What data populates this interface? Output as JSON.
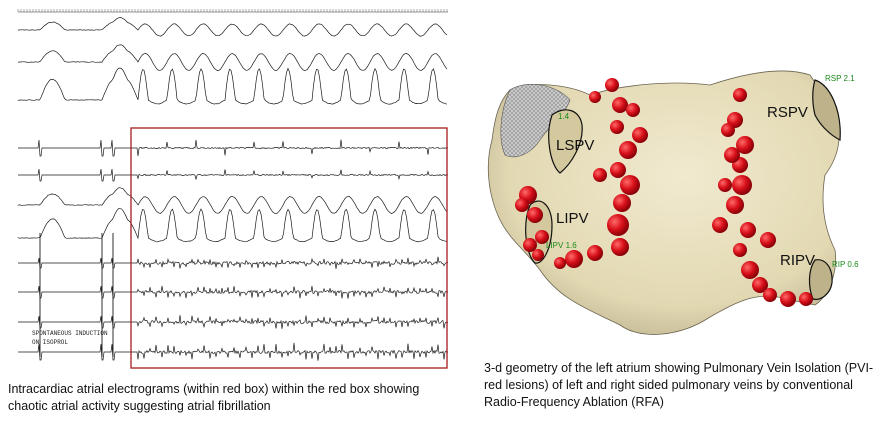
{
  "left_panel": {
    "caption": "Intracardiac atrial electrograms (within red box) within the red box showing chaotic atrial activity suggesting atrial fibrillation",
    "annotation_line1": "SPONTANEOUS INDUCTION",
    "annotation_line2": "ON ISOPROL"
  },
  "right_panel": {
    "caption": "3-d geometry of the left atrium showing Pulmonary Vein Isolation (PVI-red lesions) of left and right sided pulmonary veins by conventional Radio-Frequency Ablation (RFA)",
    "veins": {
      "lspv": "LSPV",
      "lipv": "LIPV",
      "rspv": "RSPV",
      "ripv": "RIPV"
    },
    "readouts": {
      "rsp": "RSP 2.1",
      "rip": "RIP 0.6",
      "lipv": "LIPV 1.6",
      "lspv": "1.4"
    }
  },
  "colors": {
    "lesion": "#d8101a",
    "atrium": "#e8dfbd",
    "box": "#a51c1c"
  }
}
